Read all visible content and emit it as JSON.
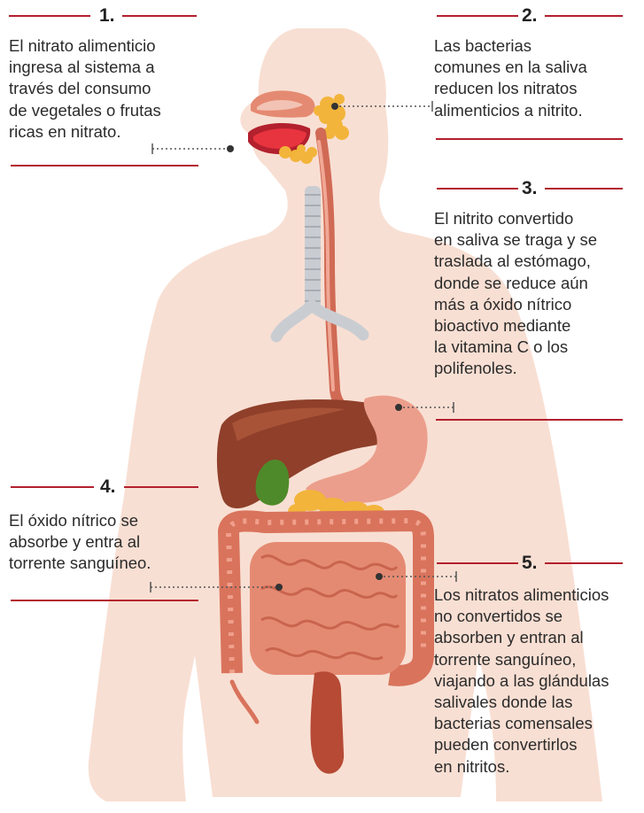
{
  "steps": [
    {
      "number": "1.",
      "text": [
        "El nitrato alimenticio",
        "ingresa al sistema a",
        "través del consumo",
        "de vegetales o frutas",
        "ricas en nitrato."
      ]
    },
    {
      "number": "2.",
      "text": [
        "Las bacterias",
        "comunes en la saliva",
        "reducen los nitratos",
        "alimenticios a nitrito."
      ]
    },
    {
      "number": "3.",
      "text": [
        "El nitrito convertido",
        "en saliva se traga y se",
        "traslada al estómago,",
        "donde se reduce aún",
        "más a óxido nítrico",
        "bioactivo mediante",
        "la vitamina C o los",
        "polifenoles."
      ]
    },
    {
      "number": "4.",
      "text": [
        "El óxido nítrico se",
        "absorbe y entra al",
        "torrente sanguíneo."
      ]
    },
    {
      "number": "5.",
      "text": [
        "Los nitratos alimenticios",
        "no convertidos se",
        "absorben y entran al",
        "torrente sanguíneo,",
        "viajando a las glándulas",
        "salivales donde las",
        "bacterias comensales",
        "pueden convertirlos",
        "en nitritos."
      ]
    }
  ],
  "colors": {
    "accent": "#b3202e",
    "skin": "#f8dfd3",
    "liver": "#8f3f2a",
    "stomach": "#ec9e8c",
    "intestine": "#e58a72",
    "gallbladder": "#4f8a2a",
    "pancreas": "#f2b43a",
    "trachea": "#c9cdd2"
  }
}
